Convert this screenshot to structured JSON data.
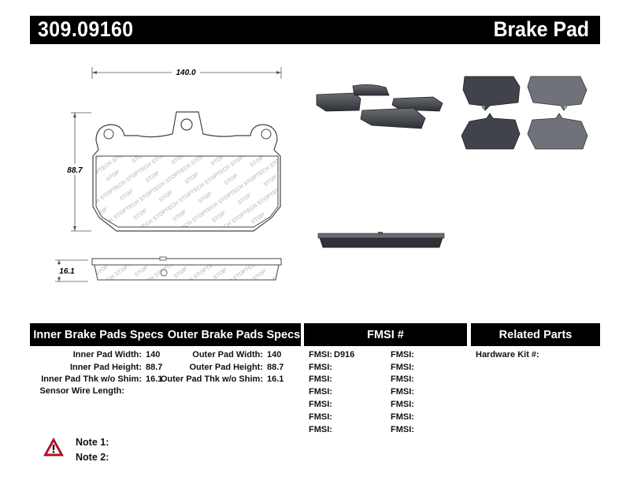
{
  "header": {
    "part_number": "309.09160",
    "product_type": "Brake Pad"
  },
  "drawing": {
    "width_dim": "140.0",
    "height_dim": "88.7",
    "thickness_dim": "16.1",
    "logo_text": "STOPTECH"
  },
  "sections": {
    "inner": "Inner Brake Pads Specs",
    "outer": "Outer Brake Pads Specs",
    "fmsi": "FMSI #",
    "related": "Related Parts"
  },
  "inner_specs": [
    {
      "label": "Inner Pad Width:",
      "value": "140"
    },
    {
      "label": "Inner Pad Height:",
      "value": "88.7"
    },
    {
      "label": "Inner Pad Thk w/o Shim:",
      "value": "16.1"
    },
    {
      "label": "Sensor Wire Length:",
      "value": ""
    }
  ],
  "outer_specs": [
    {
      "label": "Outer Pad Width:",
      "value": "140"
    },
    {
      "label": "Outer Pad Height:",
      "value": "88.7"
    },
    {
      "label": "Outer Pad Thk w/o Shim:",
      "value": "16.1"
    }
  ],
  "fmsi": {
    "left": [
      {
        "label": "FMSI:",
        "value": "D916"
      },
      {
        "label": "FMSI:",
        "value": ""
      },
      {
        "label": "FMSI:",
        "value": ""
      },
      {
        "label": "FMSI:",
        "value": ""
      },
      {
        "label": "FMSI:",
        "value": ""
      },
      {
        "label": "FMSI:",
        "value": ""
      },
      {
        "label": "FMSI:",
        "value": ""
      }
    ],
    "right": [
      {
        "label": "FMSI:",
        "value": ""
      },
      {
        "label": "FMSI:",
        "value": ""
      },
      {
        "label": "FMSI:",
        "value": ""
      },
      {
        "label": "FMSI:",
        "value": ""
      },
      {
        "label": "FMSI:",
        "value": ""
      },
      {
        "label": "FMSI:",
        "value": ""
      },
      {
        "label": "FMSI:",
        "value": ""
      }
    ]
  },
  "related": {
    "hardware_label": "Hardware Kit #:",
    "hardware_value": ""
  },
  "notes": {
    "note1_label": "Note 1:",
    "note1_value": "",
    "note2_label": "Note 2:",
    "note2_value": ""
  },
  "colors": {
    "header_bg": "#000000",
    "header_text": "#ffffff",
    "pad_dark": "#3c3f45",
    "pad_light": "#6b6e72",
    "warning_red": "#c8102e"
  },
  "icons": {
    "warning": "warning-triangle-icon"
  }
}
